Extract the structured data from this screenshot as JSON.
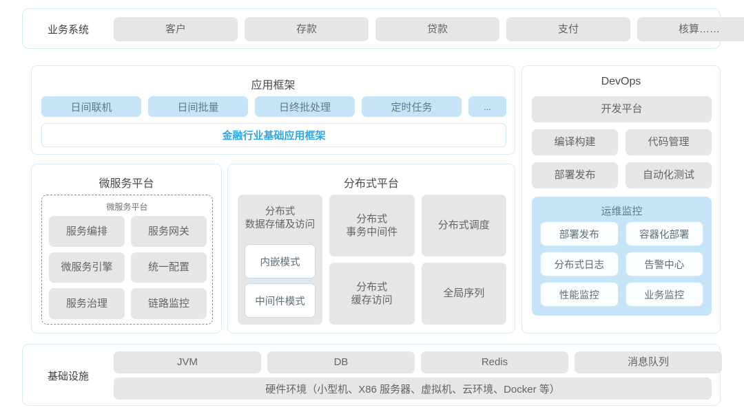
{
  "business_systems": {
    "label": "业务系统",
    "items": [
      "客户",
      "存款",
      "贷款",
      "支付",
      "核算……"
    ]
  },
  "application_framework": {
    "title": "应用框架",
    "items": [
      "日间联机",
      "日间批量",
      "日终批处理",
      "定时任务",
      "..."
    ],
    "framework_bar": "金融行业基础应用框架",
    "accent_color": "#2fa7e0"
  },
  "microservice_platform": {
    "title": "微服务平台",
    "inner_title": "微服务平台",
    "items": [
      "服务编排",
      "服务网关",
      "微服务引擎",
      "统一配置",
      "服务治理",
      "链路监控"
    ]
  },
  "distributed_platform": {
    "title": "分布式平台",
    "left_card": {
      "label": "分布式\n数据存储及访问",
      "label_line1": "分布式",
      "label_line2": "数据存储及访问",
      "modes": [
        "内嵌模式",
        "中间件模式"
      ]
    },
    "right_cards": [
      {
        "line1": "分布式",
        "line2": "事务中间件"
      },
      {
        "line1": "分布式调度",
        "line2": ""
      },
      {
        "line1": "分布式",
        "line2": "缓存访问"
      },
      {
        "line1": "全局序列",
        "line2": ""
      }
    ]
  },
  "devops": {
    "title": "DevOps",
    "platform": "开发平台",
    "items": [
      "编译构建",
      "代码管理",
      "部署发布",
      "自动化测试"
    ],
    "ops_monitoring": {
      "title": "运维监控",
      "items": [
        "部署发布",
        "容器化部署",
        "分布式日志",
        "告警中心",
        "性能监控",
        "业务监控"
      ],
      "bg_color": "#c5e4f7"
    }
  },
  "infrastructure": {
    "label": "基础设施",
    "items": [
      "JVM",
      "DB",
      "Redis",
      "消息队列"
    ],
    "hardware": "硬件环境（小型机、X86 服务器、虚拟机、云环境、Docker 等）"
  },
  "colors": {
    "chip_gray": "#e6e6e6",
    "chip_blue": "#c5e4f7",
    "border_blue": "#d6ecf3",
    "accent": "#2fa7e0"
  }
}
